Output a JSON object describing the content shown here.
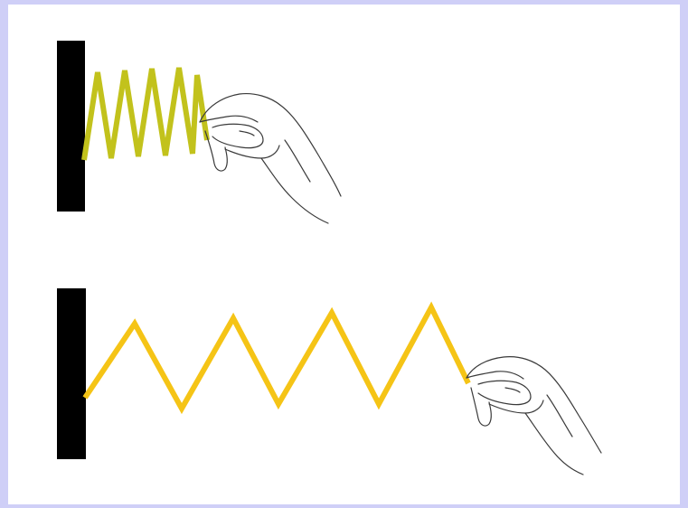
{
  "colors": {
    "frame_border": "#cfcff7",
    "background": "#ffffff",
    "wall": "#000000",
    "compressed_spring": "#c2c21c",
    "stretched_spring": "#f5c416",
    "hand_outline": "#3a3a3a"
  },
  "figures": [
    {
      "name": "compressed-spring-figure",
      "spring_state": "compressed",
      "peaks": 5,
      "icons": [
        "wall-icon",
        "spring-icon",
        "hand-icon"
      ]
    },
    {
      "name": "stretched-spring-figure",
      "spring_state": "stretched",
      "peaks": 4,
      "icons": [
        "wall-icon",
        "spring-icon",
        "hand-icon"
      ]
    }
  ]
}
